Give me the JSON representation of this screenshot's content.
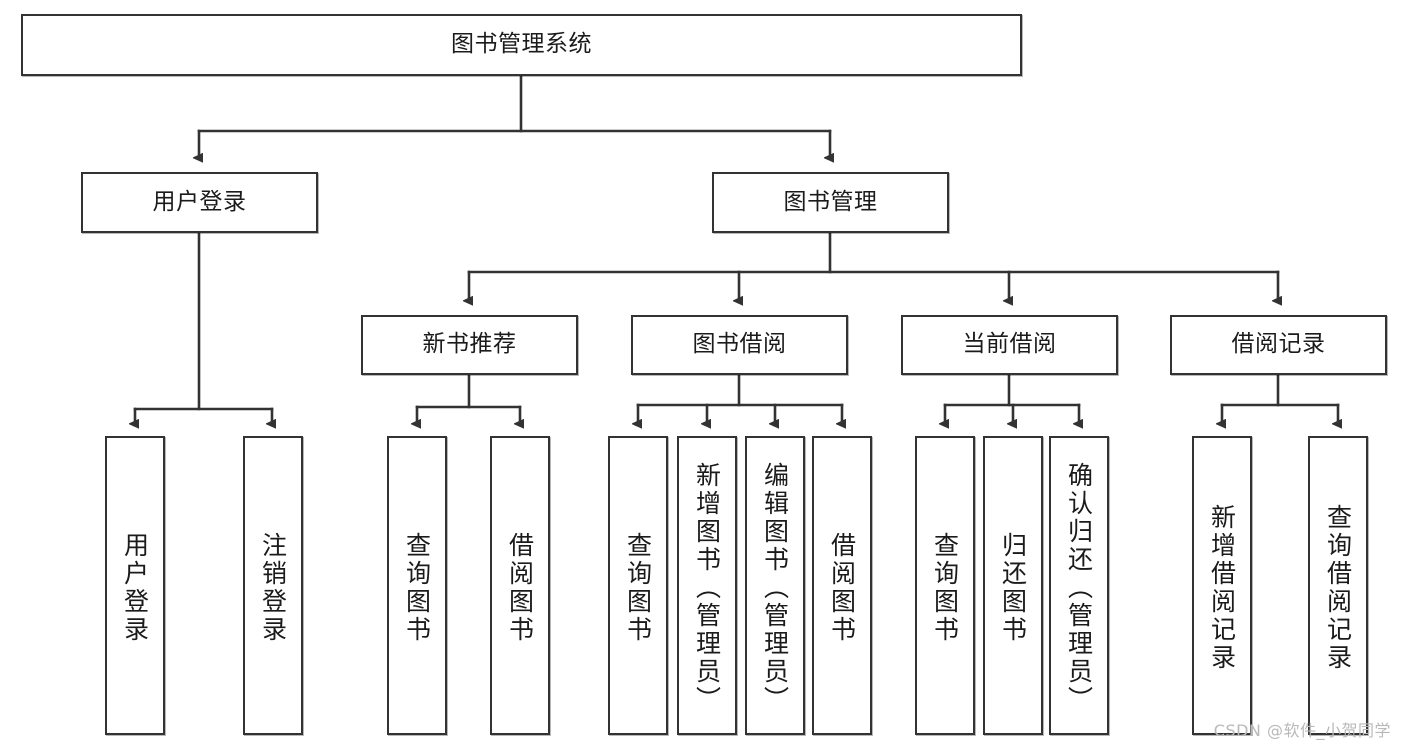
{
  "diagram": {
    "type": "tree",
    "title": "图书管理系统",
    "watermark": "CSDN @软件_小贺同学",
    "colors": {
      "box_border": "#333333",
      "box_fill": "#ffffff",
      "connector": "#333333",
      "text": "#1b1b1b",
      "watermark": "#b9b9b9"
    },
    "nodes": {
      "root": {
        "label": "图书管理系统"
      },
      "level2": [
        {
          "label": "用户登录"
        },
        {
          "label": "图书管理"
        }
      ],
      "level3": [
        {
          "label": "新书推荐"
        },
        {
          "label": "图书借阅"
        },
        {
          "label": "当前借阅"
        },
        {
          "label": "借阅记录"
        }
      ],
      "leaves": {
        "user_login": [
          {
            "label": "用户登录"
          },
          {
            "label": "注销登录"
          }
        ],
        "new_book_recommend": [
          {
            "label": "查询图书"
          },
          {
            "label": "借阅图书"
          }
        ],
        "book_borrow": [
          {
            "label": "查询图书"
          },
          {
            "label": "新增图书（管理员）"
          },
          {
            "label": "编辑图书（管理员）"
          },
          {
            "label": "借阅图书"
          }
        ],
        "current_borrow": [
          {
            "label": "查询图书"
          },
          {
            "label": "归还图书"
          },
          {
            "label": "确认归还（管理员）"
          }
        ],
        "borrow_record": [
          {
            "label": "新增借阅记录"
          },
          {
            "label": "查询借阅记录"
          }
        ]
      }
    }
  }
}
